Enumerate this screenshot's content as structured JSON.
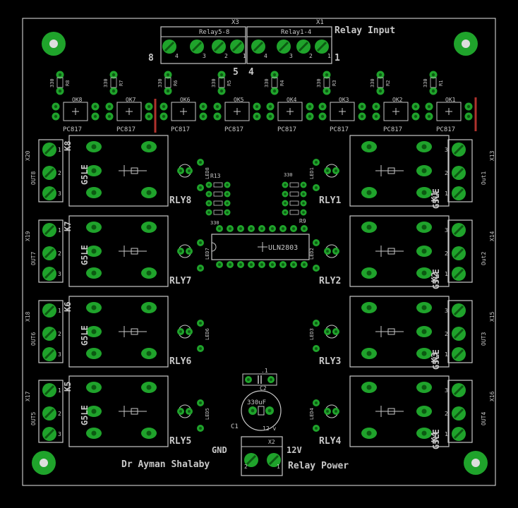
{
  "colors": {
    "background": "#000000",
    "silk": "#c8c8c8",
    "pad": "#1fa32b",
    "pad_hole": "#0c5a12",
    "trace": "#b0322d",
    "board_outline": "#e8e8e8"
  },
  "headers": {
    "relay_input": "Relay Input",
    "x3": "X3",
    "x1": "X1",
    "relay58": "Relay5-8",
    "relay14": "Relay1-4",
    "pin8": "8",
    "pin5": "5",
    "pin4": "4",
    "pin1": "1",
    "term_nums": [
      "4",
      "3",
      "2",
      "1",
      "4",
      "3",
      "2",
      "1"
    ]
  },
  "optos": [
    {
      "ok": "OK8",
      "r": "R8",
      "rv": "330"
    },
    {
      "ok": "OK7",
      "r": "R7",
      "rv": "330"
    },
    {
      "ok": "OK6",
      "r": "R6",
      "rv": "330"
    },
    {
      "ok": "OK5",
      "r": "R5",
      "rv": "330"
    },
    {
      "ok": "OK4",
      "r": "R4",
      "rv": "330"
    },
    {
      "ok": "OK3",
      "r": "R3",
      "rv": "330"
    },
    {
      "ok": "OK2",
      "r": "R2",
      "rv": "330"
    },
    {
      "ok": "OK1",
      "r": "R1",
      "rv": "330"
    }
  ],
  "opto_part": "PC817",
  "relay_part": "G5LE",
  "relays_left": [
    {
      "name": "RLY8",
      "k": "K8",
      "out": "OUT8",
      "x": "X20",
      "led": "LED8"
    },
    {
      "name": "RLY7",
      "k": "K7",
      "out": "OUT7",
      "x": "X19",
      "led": "LED7"
    },
    {
      "name": "RLY6",
      "k": "K6",
      "out": "OUT6",
      "x": "X18",
      "led": "LED6"
    },
    {
      "name": "RLY5",
      "k": "K5",
      "out": "OUT5",
      "x": "X17",
      "led": "LED5"
    }
  ],
  "relays_right": [
    {
      "name": "RLY1",
      "k": "K1",
      "out": "Out1",
      "x": "X13",
      "led": "LED1"
    },
    {
      "name": "RLY2",
      "k": "K2",
      "out": "Out2",
      "x": "X14",
      "led": "LED2"
    },
    {
      "name": "RLY3",
      "k": "K3",
      "out": "OUT3",
      "x": "X15",
      "led": "LED3"
    },
    {
      "name": "RLY4",
      "k": "K4",
      "out": "OUT4",
      "x": "X16",
      "led": "LED4"
    }
  ],
  "term_pins": [
    "1",
    "2",
    "3"
  ],
  "driver": {
    "name": "ULN2803",
    "r13": "R13",
    "r9": "R9",
    "rv": "330"
  },
  "power": {
    "cap_value": "330uF",
    "cap_ref": "C1",
    "cap_voltage": "12 v",
    "c2": "C2",
    "c2_val": ".1",
    "gnd": "GND",
    "v12": "12V",
    "x2": "X2",
    "label": "Relay Power",
    "pin2": "2",
    "pin1": "1"
  },
  "author": "Dr Ayman Shalaby"
}
